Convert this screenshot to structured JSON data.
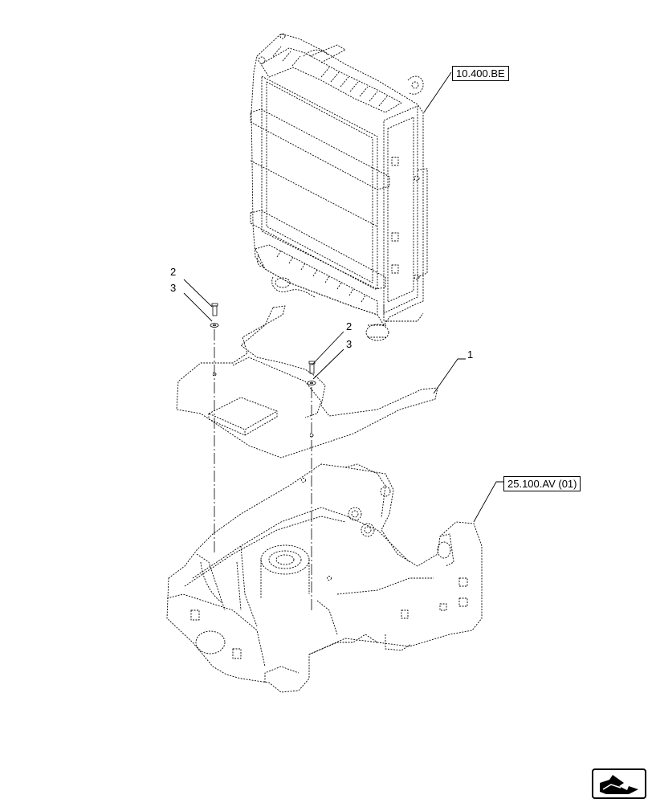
{
  "references": {
    "radiator_ref": "10.400.BE",
    "frame_ref": "25.100.AV (01)"
  },
  "callouts": {
    "item_1": "1",
    "item_2_left": "2",
    "item_3_left": "3",
    "item_2_right": "2",
    "item_3_right": "3"
  },
  "icons": {
    "navigation": "arrow-navigation-icon"
  },
  "colors": {
    "line": "#000000",
    "background": "#ffffff"
  }
}
